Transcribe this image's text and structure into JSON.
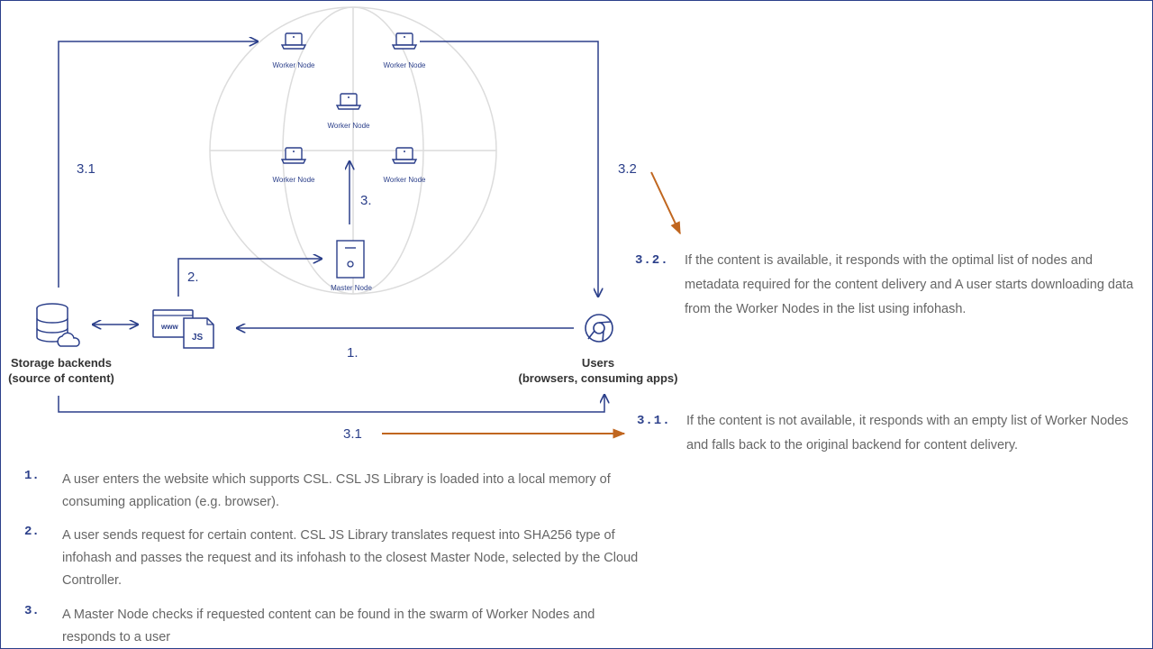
{
  "nodes": {
    "worker_1": "Worker Node",
    "worker_2": "Worker Node",
    "worker_3": "Worker Node",
    "worker_4": "Worker Node",
    "worker_5": "Worker Node",
    "master": "Master Node"
  },
  "actors": {
    "storage_line1": "Storage backends",
    "storage_line2": "(source of content)",
    "users_line1": "Users",
    "users_line2": "(browsers, consuming apps)"
  },
  "icons": {
    "website": "www-js-files-icon",
    "storage": "database-cloud-icon",
    "browser": "chrome-icon",
    "worker": "laptop-icon",
    "master": "server-icon",
    "www_text": "www",
    "js_text": "JS"
  },
  "steps": {
    "s1": "1.",
    "s2": "2.",
    "s3": "3.",
    "s31_left": "3.1",
    "s32": "3.2",
    "s31_bottom": "3.1"
  },
  "notes": {
    "n32_num": "3.2.",
    "n32_text": "If the content is available, it responds with the optimal list of nodes and metadata required for the content delivery and A user starts downloading data from the Worker Nodes in the list using infohash.",
    "n31_num": "3.1.",
    "n31_text": "If the content is not available, it responds with an empty list of Worker Nodes and falls back to the original backend for content delivery."
  },
  "list": [
    {
      "num": "1.",
      "text": "A user enters the website which supports CSL. CSL JS Library is loaded into a local memory of consuming application (e.g. browser)."
    },
    {
      "num": "2.",
      "text": "A user sends request for certain content. CSL JS Library translates request into SHA256 type of infohash and passes the request and its infohash to the closest Master Node, selected by the Cloud Controller."
    },
    {
      "num": "3.",
      "text": "A Master Node checks if requested content can be found in the swarm of Worker Nodes and responds to a user"
    }
  ],
  "colors": {
    "navy": "#2b3f8a",
    "orange": "#c0661f",
    "globe": "#d9d9d9",
    "text": "#666666"
  }
}
